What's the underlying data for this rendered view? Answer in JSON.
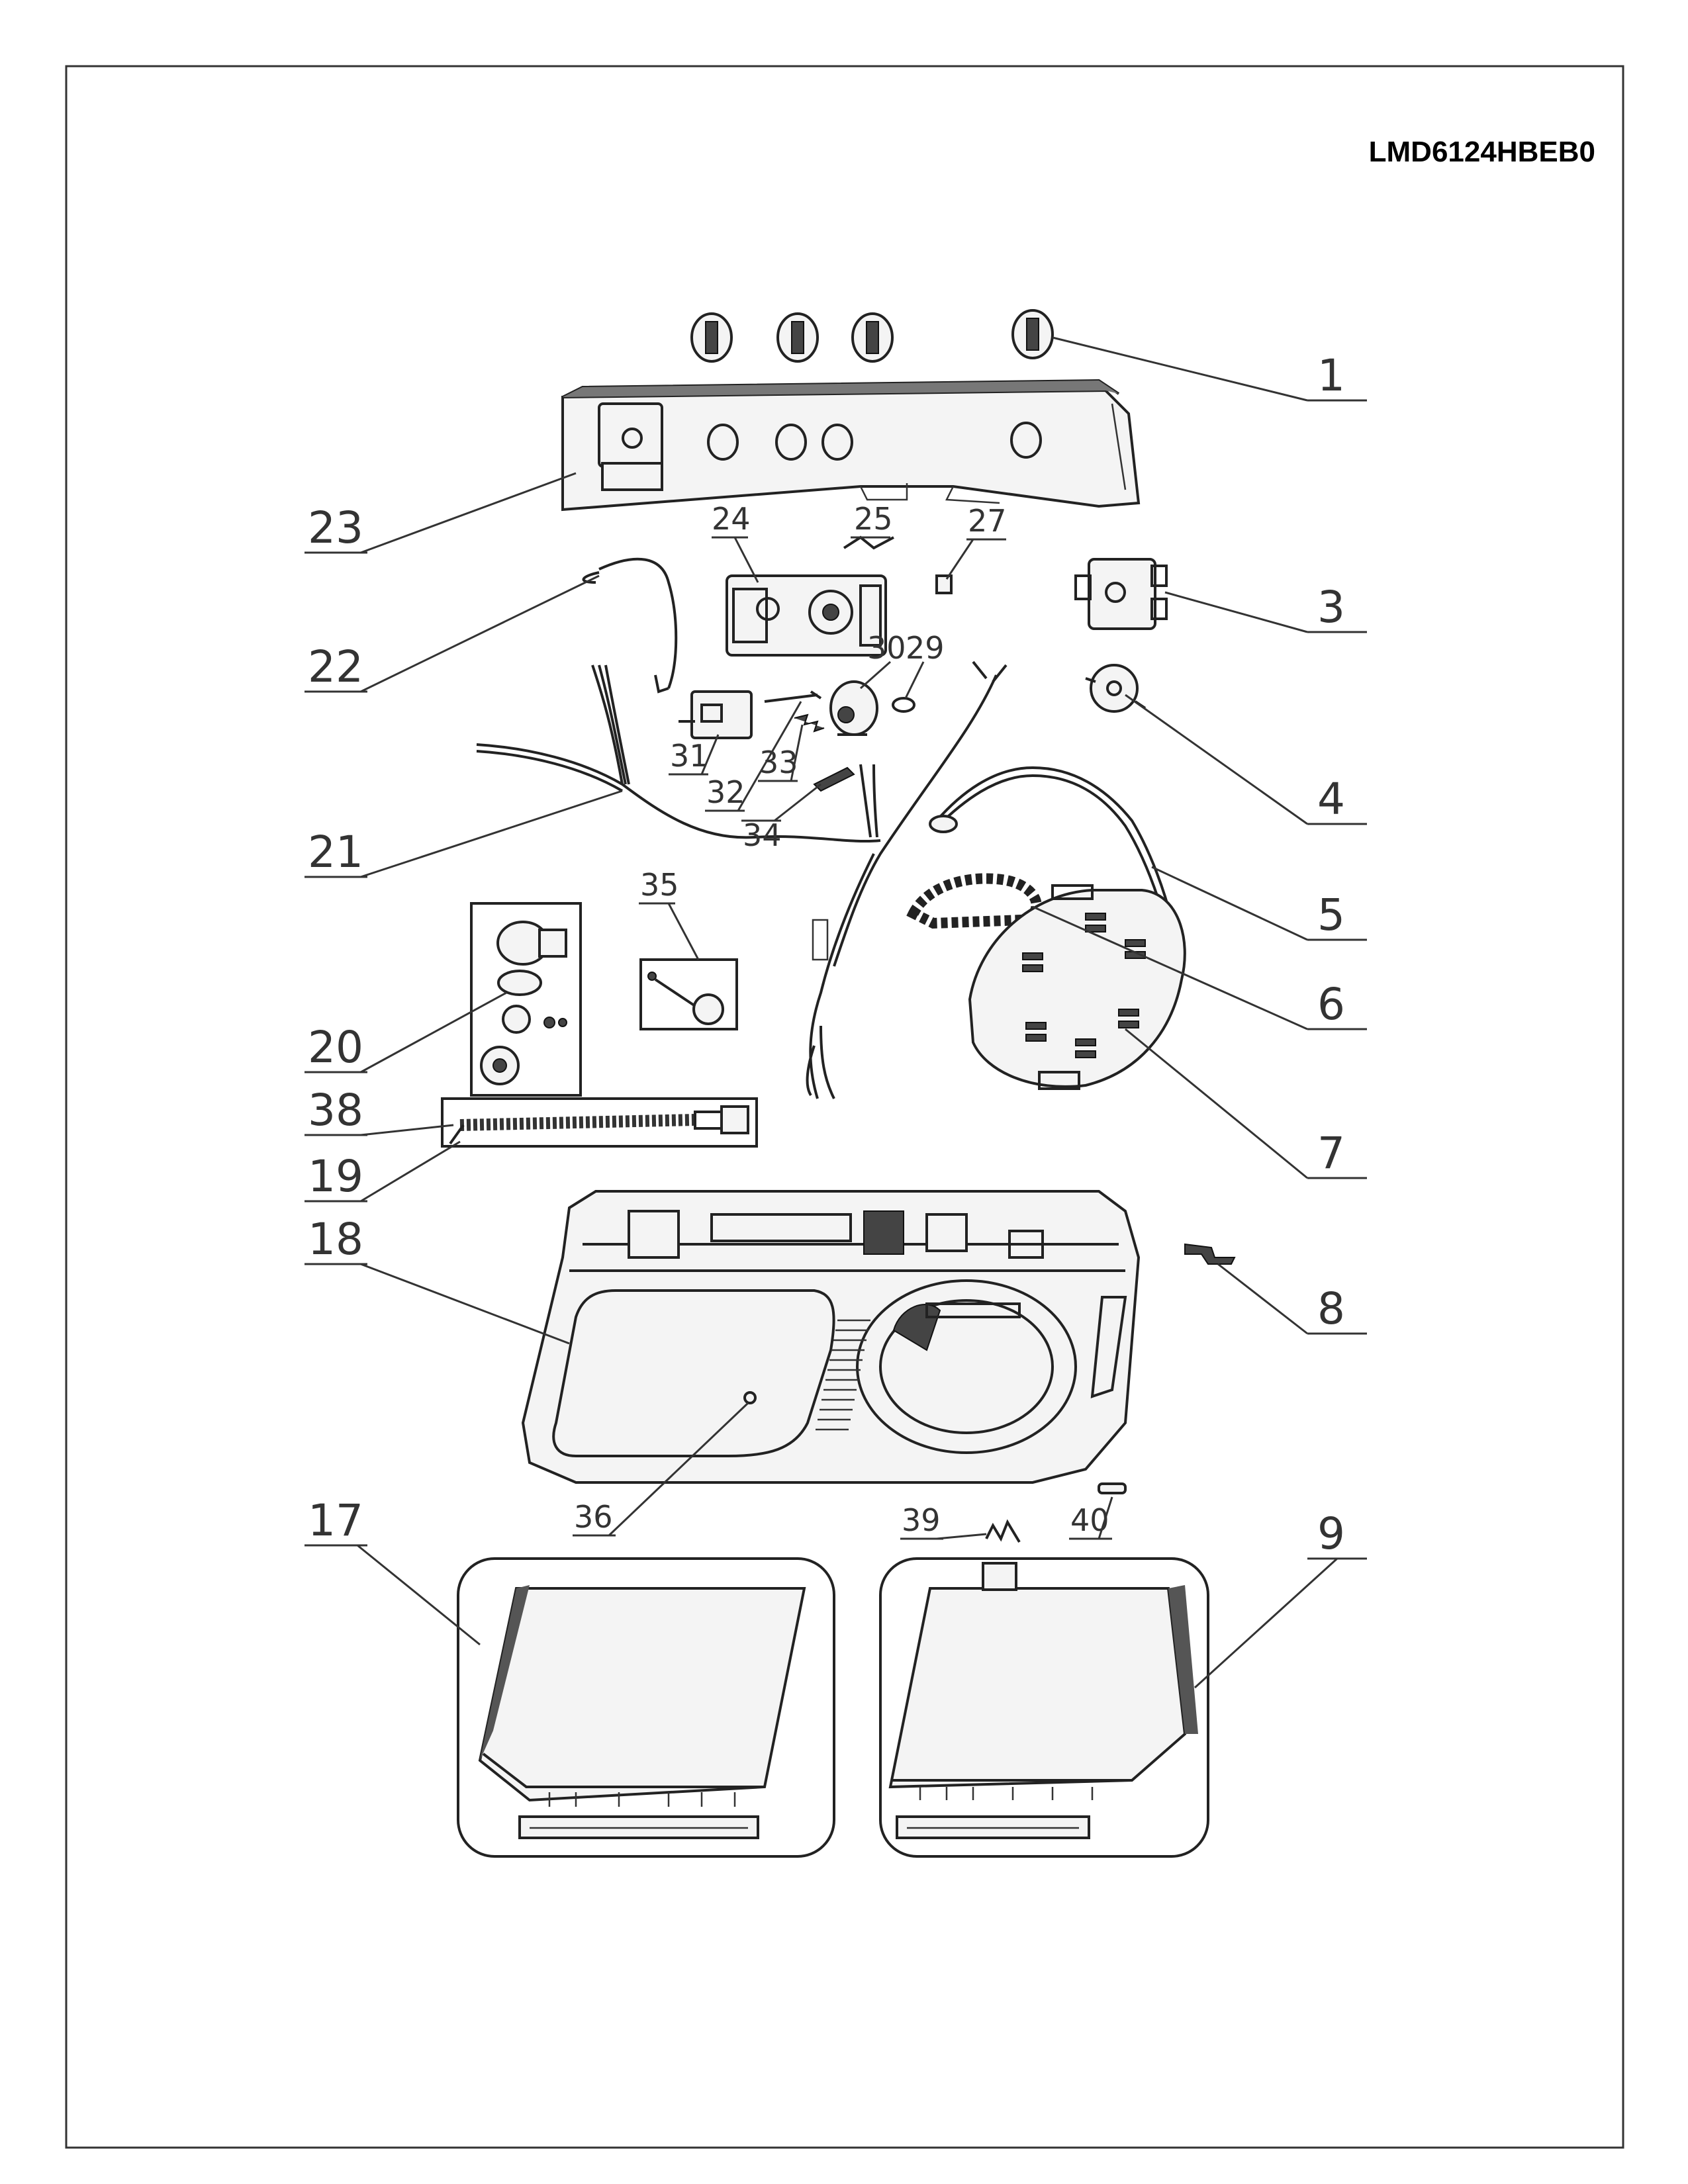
{
  "model_number": "LMD6124HBEB0",
  "callouts": [
    "1",
    "3",
    "4",
    "5",
    "6",
    "7",
    "8",
    "9",
    "17",
    "18",
    "19",
    "20",
    "21",
    "22",
    "23",
    "24",
    "25",
    "27",
    "29",
    "30",
    "31",
    "32",
    "33",
    "34",
    "35",
    "36",
    "38",
    "39",
    "40"
  ]
}
